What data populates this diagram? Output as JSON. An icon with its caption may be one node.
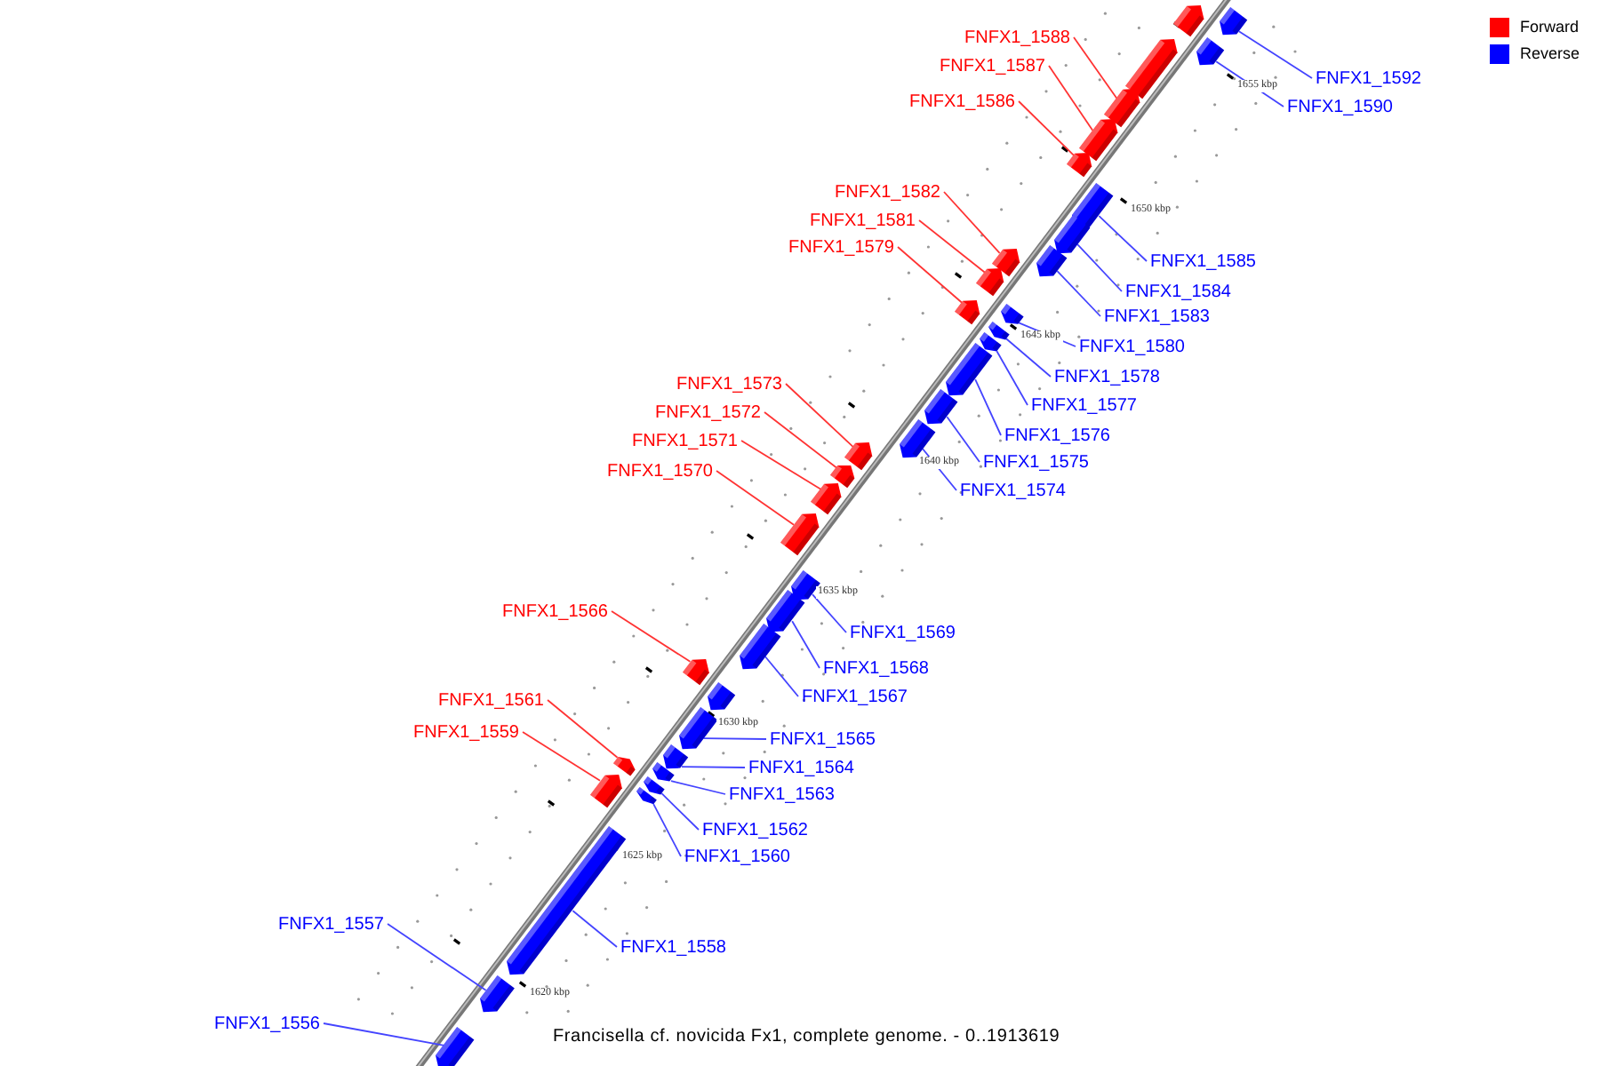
{
  "diagram": {
    "caption": "Francisella cf. novicida Fx1, complete genome. - 0..1913619",
    "nodes": [
      {
        "text": [],
        "shape": "pentagon"
      },
      {
        "text": [],
        "shape": "pentagon"
      },
      {
        "text": [
          "FNFX1_1588"
        ]
      },
      {
        "text": [],
        "shape": "pentagon"
      },
      {
        "text": [
          "FNFX1_1587"
        ]
      },
      {
        "text": [],
        "shape": "pentagon"
      },
      {
        "text": [
          "FNFX1_1586"
        ]
      },
      {
        "text": [],
        "shape": "pentagon"
      },
      {
        "text": [
          "FNFX1_1592"
        ]
      },
      {
        "text": [],
        "shape": "pentagon"
      },
      {
        "text": [
          "FNFX1_1590"
        ]
      },
      {
        "text": [],
        "shape": "pentagon"
      },
      {
        "text": [
          "FNFX1_1582"
        ]
      },
      {
        "text": [],
        "shape": "pentagon"
      },
      {
        "text": [
          "FNFX1_1581"
        ]
      },
      {
        "text": [],
        "shape": "pentagon"
      },
      {
        "text": [
          "FNFX1_1579"
        ]
      },
      {
        "text": [],
        "shape": "pentagon"
      },
      {
        "text": [
          "FNFX1_1585"
        ]
      },
      {
        "text": [],
        "shape": "pentagon"
      },
      {
        "text": [
          "FNFX1_1584"
        ]
      },
      {
        "text": [],
        "shape": "pentagon"
      },
      {
        "text": [
          "FNFX1_1583"
        ]
      },
      {
        "text": [],
        "shape": "pentagon"
      },
      {
        "text": [
          "FNFX1_1580"
        ]
      },
      {
        "text": [],
        "shape": "pentagon"
      },
      {
        "text": [
          "FNFX1_1578"
        ]
      },
      {
        "text": [],
        "shape": "pentagon"
      },
      {
        "text": [
          "FNFX1_1577"
        ]
      },
      {
        "text": [],
        "shape": "pentagon"
      },
      {
        "text": [
          "FNFX1_1576"
        ]
      },
      {
        "text": [],
        "shape": "pentagon"
      },
      {
        "text": [
          "FNFX1_1575"
        ]
      },
      {
        "text": [],
        "shape": "pentagon"
      },
      {
        "text": [
          "FNFX1_1574"
        ]
      },
      {
        "text": [],
        "shape": "pentagon"
      },
      {
        "text": [
          "FNFX1_1573"
        ]
      },
      {
        "text": [],
        "shape": "pentagon"
      },
      {
        "text": [
          "FNFX1_1572"
        ]
      },
      {
        "text": [],
        "shape": "pentagon"
      },
      {
        "text": [
          "FNFX1_1571"
        ]
      },
      {
        "text": [],
        "shape": "pentagon"
      },
      {
        "text": [
          "FNFX1_1570"
        ]
      },
      {
        "text": [],
        "shape": "pentagon"
      },
      {
        "text": [
          "FNFX1_1569"
        ]
      },
      {
        "text": [],
        "shape": "pentagon"
      },
      {
        "text": [
          "FNFX1_1568"
        ]
      },
      {
        "text": [],
        "shape": "pentagon"
      },
      {
        "text": [
          "FNFX1_1567"
        ]
      },
      {
        "text": [],
        "shape": "pentagon"
      },
      {
        "text": [
          "FNFX1_1566"
        ]
      },
      {
        "text": [],
        "shape": "pentagon"
      },
      {
        "text": [],
        "shape": "pentagon"
      },
      {
        "text": [
          "FNFX1_1565"
        ]
      },
      {
        "text": [],
        "shape": "pentagon"
      },
      {
        "text": [
          "FNFX1_1564"
        ]
      },
      {
        "text": [],
        "shape": "pentagon"
      },
      {
        "text": [
          "FNFX1_1563"
        ]
      },
      {
        "text": [],
        "shape": "pentagon"
      },
      {
        "text": [
          "FNFX1_1562"
        ]
      },
      {
        "text": [],
        "shape": "pentagon"
      },
      {
        "text": [
          "FNFX1_1560"
        ]
      },
      {
        "text": [],
        "shape": "pentagon"
      },
      {
        "text": [
          "FNFX1_1561"
        ]
      },
      {
        "text": [],
        "shape": "pentagon"
      },
      {
        "text": [
          "FNFX1_1559"
        ]
      },
      {
        "text": [],
        "shape": "pentagon"
      },
      {
        "text": [
          "FNFX1_1558"
        ]
      },
      {
        "text": [],
        "shape": "pentagon"
      },
      {
        "text": [
          "FNFX1_1557"
        ]
      },
      {
        "text": [],
        "shape": "pentagon"
      },
      {
        "text": [
          "FNFX1_1556"
        ]
      },
      {
        "text": [],
        "shape": "pentagon"
      }
    ],
    "edges": [
      {
        "from": 2,
        "to": 3,
        "arrow": "none",
        "color": "#ff3333"
      },
      {
        "from": 4,
        "to": 5,
        "arrow": "none",
        "color": "#ff3333"
      },
      {
        "from": 6,
        "to": 7,
        "arrow": "none",
        "color": "#ff3333"
      },
      {
        "from": 8,
        "to": 9,
        "arrow": "none"
      },
      {
        "from": 10,
        "to": 11,
        "arrow": "none"
      },
      {
        "from": 12,
        "to": 13,
        "arrow": "none",
        "color": "#ff3333"
      },
      {
        "from": 14,
        "to": 15,
        "arrow": "none",
        "color": "#ff3333"
      },
      {
        "from": 16,
        "to": 17,
        "arrow": "none",
        "color": "#ff3333"
      },
      {
        "from": 18,
        "to": 19,
        "arrow": "none"
      },
      {
        "from": 20,
        "to": 21,
        "arrow": "none"
      },
      {
        "from": 22,
        "to": 23,
        "arrow": "none"
      },
      {
        "from": 24,
        "to": 25,
        "arrow": "none"
      },
      {
        "from": 26,
        "to": 27,
        "arrow": "none"
      },
      {
        "from": 28,
        "to": 29,
        "arrow": "none"
      },
      {
        "from": 30,
        "to": 31,
        "arrow": "none"
      },
      {
        "from": 32,
        "to": 33,
        "arrow": "none"
      },
      {
        "from": 34,
        "to": 35,
        "arrow": "none"
      },
      {
        "from": 36,
        "to": 37,
        "arrow": "none",
        "color": "#ff3333"
      },
      {
        "from": 38,
        "to": 39,
        "arrow": "none",
        "color": "#ff3333"
      },
      {
        "from": 40,
        "to": 41,
        "arrow": "none",
        "color": "#ff3333"
      },
      {
        "from": 42,
        "to": 43,
        "arrow": "none",
        "color": "#ff3333"
      },
      {
        "from": 44,
        "to": 45,
        "arrow": "none"
      },
      {
        "from": 46,
        "to": 47,
        "arrow": "none"
      },
      {
        "from": 48,
        "to": 49,
        "arrow": "none"
      },
      {
        "from": 50,
        "to": 51,
        "arrow": "none",
        "color": "#ff3333"
      },
      {
        "from": 53,
        "to": 54,
        "arrow": "none"
      },
      {
        "from": 55,
        "to": 56,
        "arrow": "none"
      },
      {
        "from": 57,
        "to": 58,
        "arrow": "none"
      },
      {
        "from": 59,
        "to": 60,
        "arrow": "none"
      },
      {
        "from": 61,
        "to": 62,
        "arrow": "none"
      },
      {
        "from": 63,
        "to": 64,
        "arrow": "none",
        "color": "#ff3333"
      },
      {
        "from": 65,
        "to": 66,
        "arrow": "none",
        "color": "#ff3333"
      },
      {
        "from": 67,
        "to": 68,
        "arrow": "none"
      },
      {
        "from": 69,
        "to": 70,
        "arrow": "none"
      },
      {
        "from": 71,
        "to": 72,
        "arrow": "none"
      }
    ],
    "labels": [
      "1655 kbp",
      "1650 kbp",
      "1645 kbp",
      "1640 kbp",
      "1635 kbp",
      "1630 kbp",
      "1625 kbp",
      "1620 kbp"
    ],
    "legend": [
      {
        "text": "Forward",
        "color": "#ff0000"
      },
      {
        "text": "Reverse",
        "color": "#0000ff"
      }
    ]
  }
}
